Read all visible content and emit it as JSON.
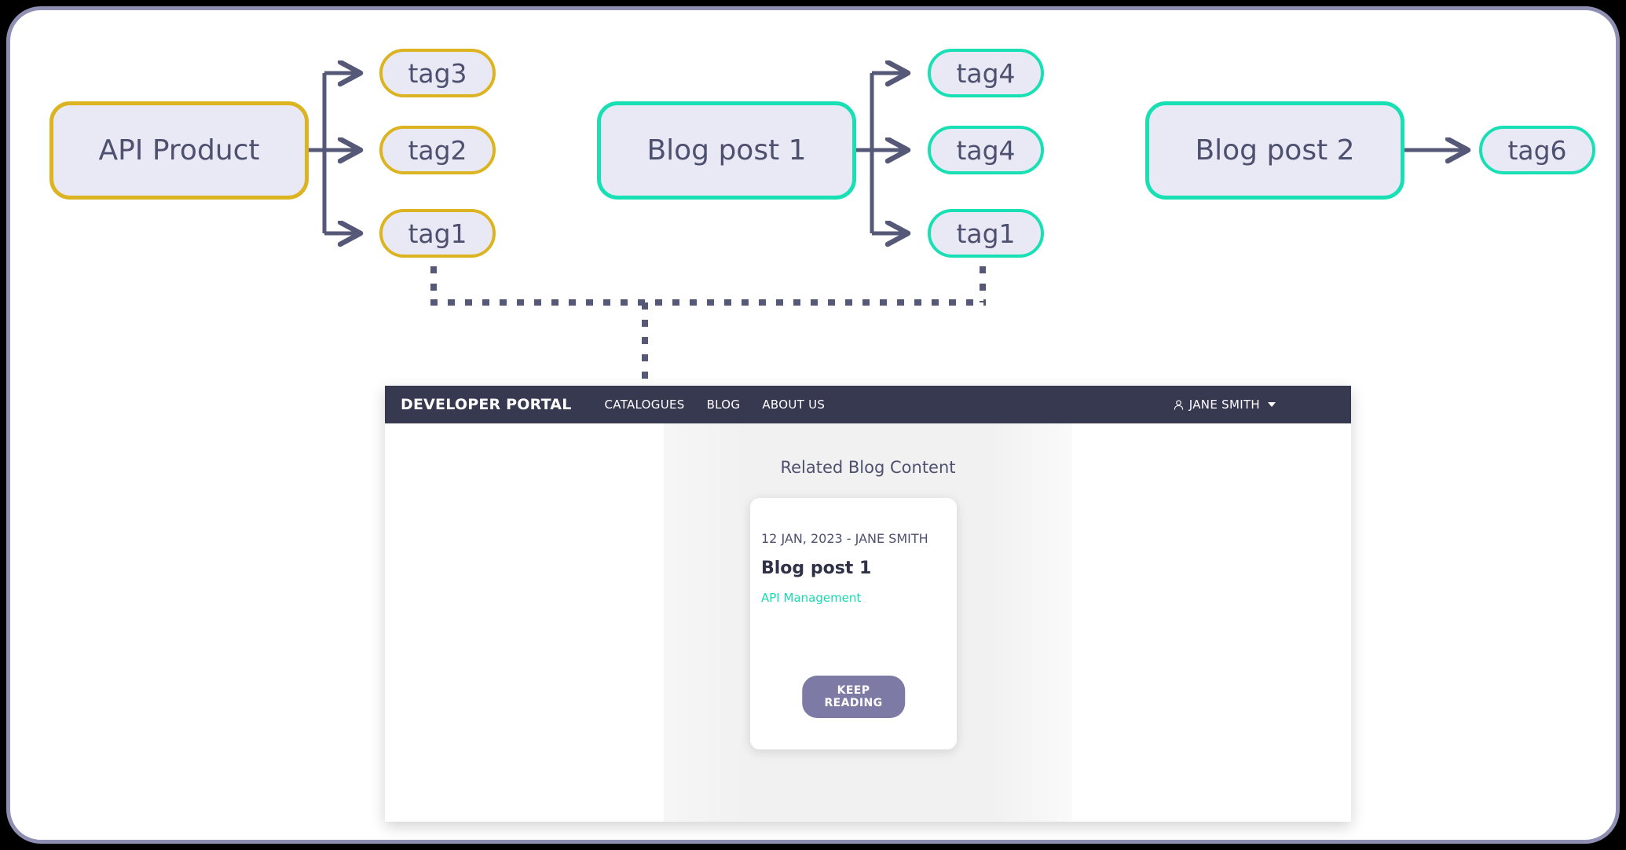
{
  "diagram": {
    "nodes": [
      {
        "id": "api-product",
        "label": "API Product",
        "kind": "product",
        "color": "#dcb320"
      },
      {
        "id": "blog-post-1",
        "label": "Blog post 1",
        "kind": "blog",
        "color": "#18e0b4"
      },
      {
        "id": "blog-post-2",
        "label": "Blog post 2",
        "kind": "blog",
        "color": "#18e0b4"
      }
    ],
    "product_tags": [
      {
        "id": "tag3",
        "label": "tag3",
        "color": "#dcb320"
      },
      {
        "id": "tag2",
        "label": "tag2",
        "color": "#dcb320"
      },
      {
        "id": "tag1-product",
        "label": "tag1",
        "color": "#dcb320"
      }
    ],
    "blog1_tags": [
      {
        "id": "tag4-a",
        "label": "tag4",
        "color": "#18e0b4"
      },
      {
        "id": "tag4-b",
        "label": "tag4",
        "color": "#18e0b4"
      },
      {
        "id": "tag1-blog",
        "label": "tag1",
        "color": "#18e0b4"
      }
    ],
    "blog2_tags": [
      {
        "id": "tag6",
        "label": "tag6",
        "color": "#18e0b4"
      }
    ],
    "connector_color": "#565878",
    "node_fill": "#e9e9f5",
    "node_text_color": "#4e5070"
  },
  "portal": {
    "brand": "DEVELOPER PORTAL",
    "nav": [
      {
        "label": "CATALOGUES"
      },
      {
        "label": "BLOG"
      },
      {
        "label": "ABOUT US"
      }
    ],
    "user": {
      "name": "JANE SMITH",
      "icon": "person-icon",
      "caret": "chevron-down-icon"
    },
    "header_color": "#373950",
    "content": {
      "section_title": "Related Blog Content",
      "card": {
        "meta": "12 JAN, 2023 - JANE SMITH",
        "title": "Blog post 1",
        "category": "API Management",
        "category_color": "#18d9b0",
        "button_label": "KEEP READING",
        "button_color": "#7d7ba5"
      }
    }
  }
}
